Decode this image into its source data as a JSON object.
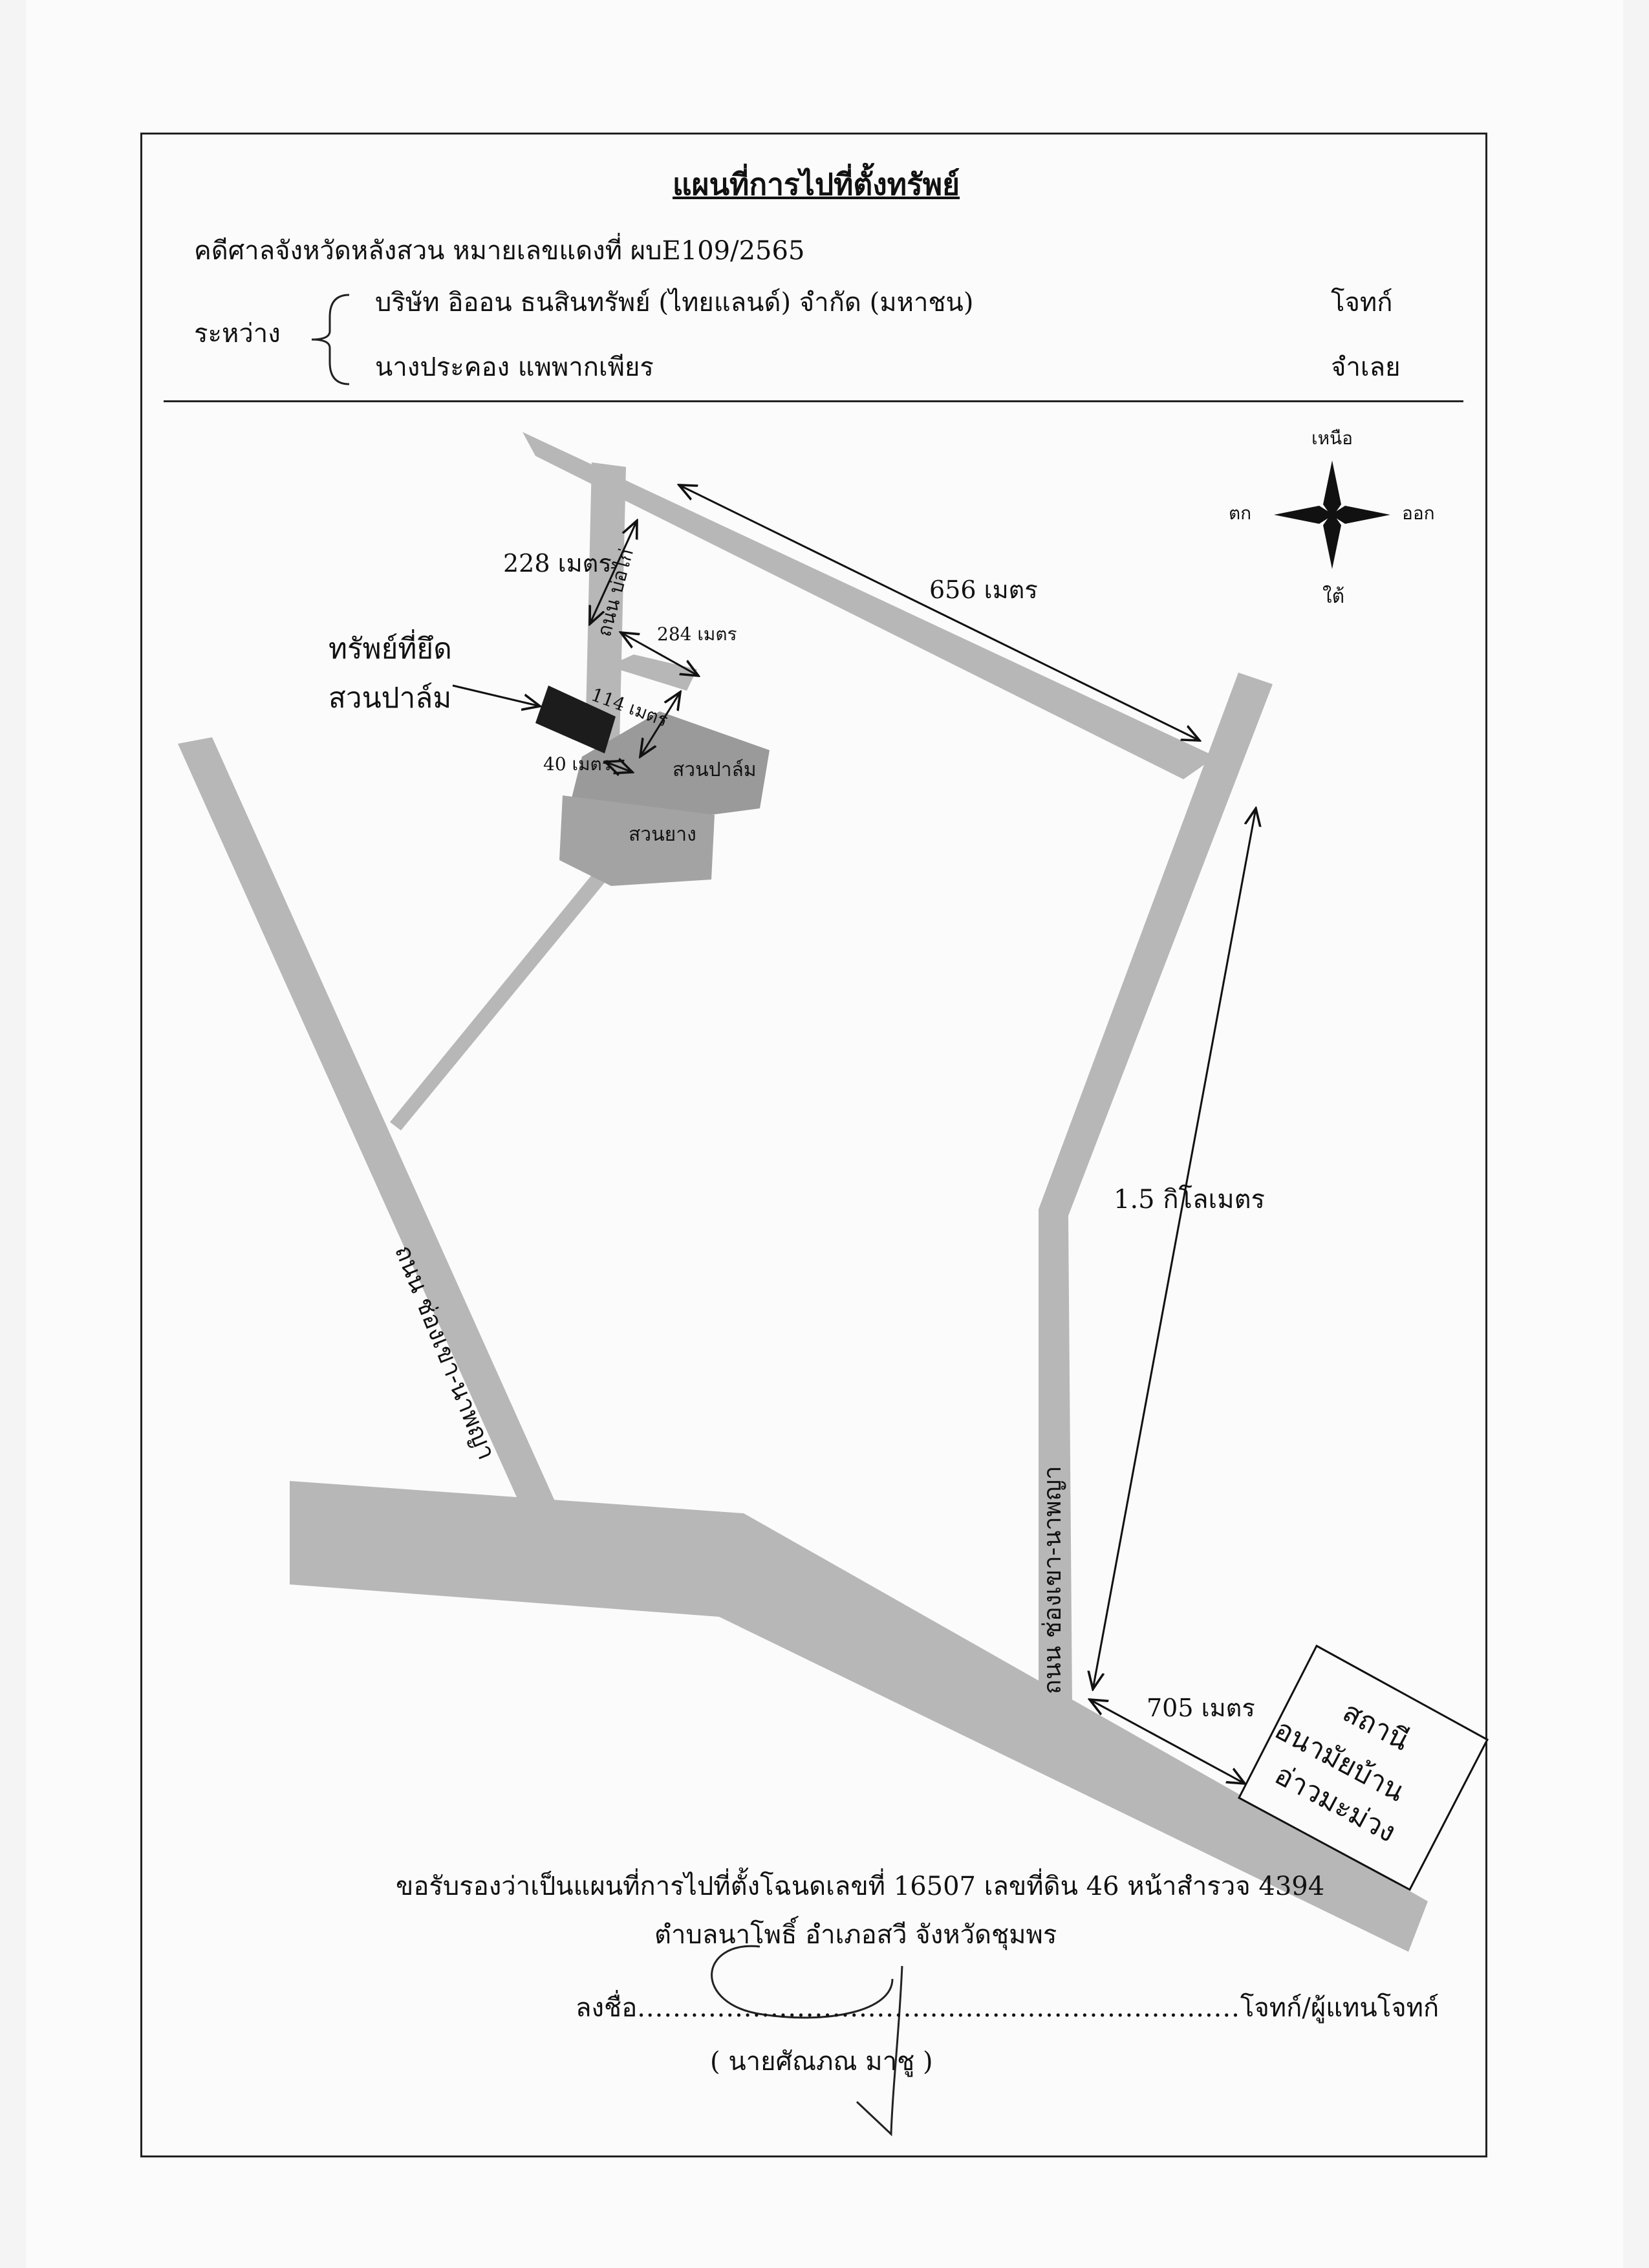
{
  "title": "แผนที่การไปที่ตั้งทรัพย์",
  "case_line": "คดีศาลจังหวัดหลังสวน หมายเลขแดงที่  ผบE109/2565",
  "between_label": "ระหว่าง",
  "plaintiff_name": "บริษัท อิออน ธนสินทรัพย์ (ไทยแลนด์) จำกัด (มหาชน)",
  "plaintiff_role": "โจทก์",
  "defendant_name": "นางประคอง แพพากเพียร",
  "defendant_role": "จำเลย",
  "compass": {
    "north": "เหนือ",
    "south": "ใต้",
    "east": "ออก",
    "west": "ตก"
  },
  "labels": {
    "d228": "228 เมตร",
    "d656": "656 เมตร",
    "d284": "284 เมตร",
    "d114": "114 เมตร",
    "d40": "40 เมตร",
    "d15km": "1.5 กิโลเมตร",
    "d705": "705 เมตร",
    "seized_line1": "ทรัพย์ที่ยึด",
    "seized_line2": "สวนปาล์ม",
    "palm": "สวนปาล์ม",
    "rubber": "สวนยาง",
    "road_small": "ถนน บ่อไก่",
    "road_left": "ถนน ช่องเขา-นาพญา",
    "road_right": "ถนน ช่องเขา-นาพญา",
    "station_line1": "สถานี",
    "station_line2": "อนามัยบ้าน",
    "station_line3": "อ่าวมะม่วง"
  },
  "certify_line1": "ขอรับรองว่าเป็นแผนที่การไปที่ตั้งโฉนดเลขที่ 16507 เลขที่ดิน 46 หน้าสำรวจ 4394",
  "certify_line2": "ตำบลนาโพธิ์ อำเภอสวี จังหวัดชุมพร",
  "sign_prefix": "ลงชื่อ",
  "sign_dots": "....................................................................",
  "sign_role": "โจทก์/ผู้แทนโจทก์",
  "signer": "( นายศัณภณ  มาชู )"
}
